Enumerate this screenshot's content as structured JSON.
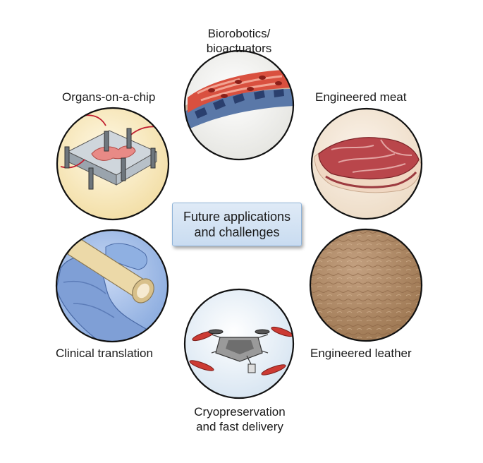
{
  "center": {
    "line1": "Future applications",
    "line2": "and challenges"
  },
  "applications": [
    {
      "line1": "Biorobotics/",
      "line2": "bioactuators"
    },
    {
      "line1": "Engineered meat"
    },
    {
      "line1": "Engineered leather"
    },
    {
      "line1": "Cryopreservation",
      "line2": "and fast delivery"
    },
    {
      "line1": "Clinical translation"
    },
    {
      "line1": "Organs-on-a-chip"
    }
  ]
}
